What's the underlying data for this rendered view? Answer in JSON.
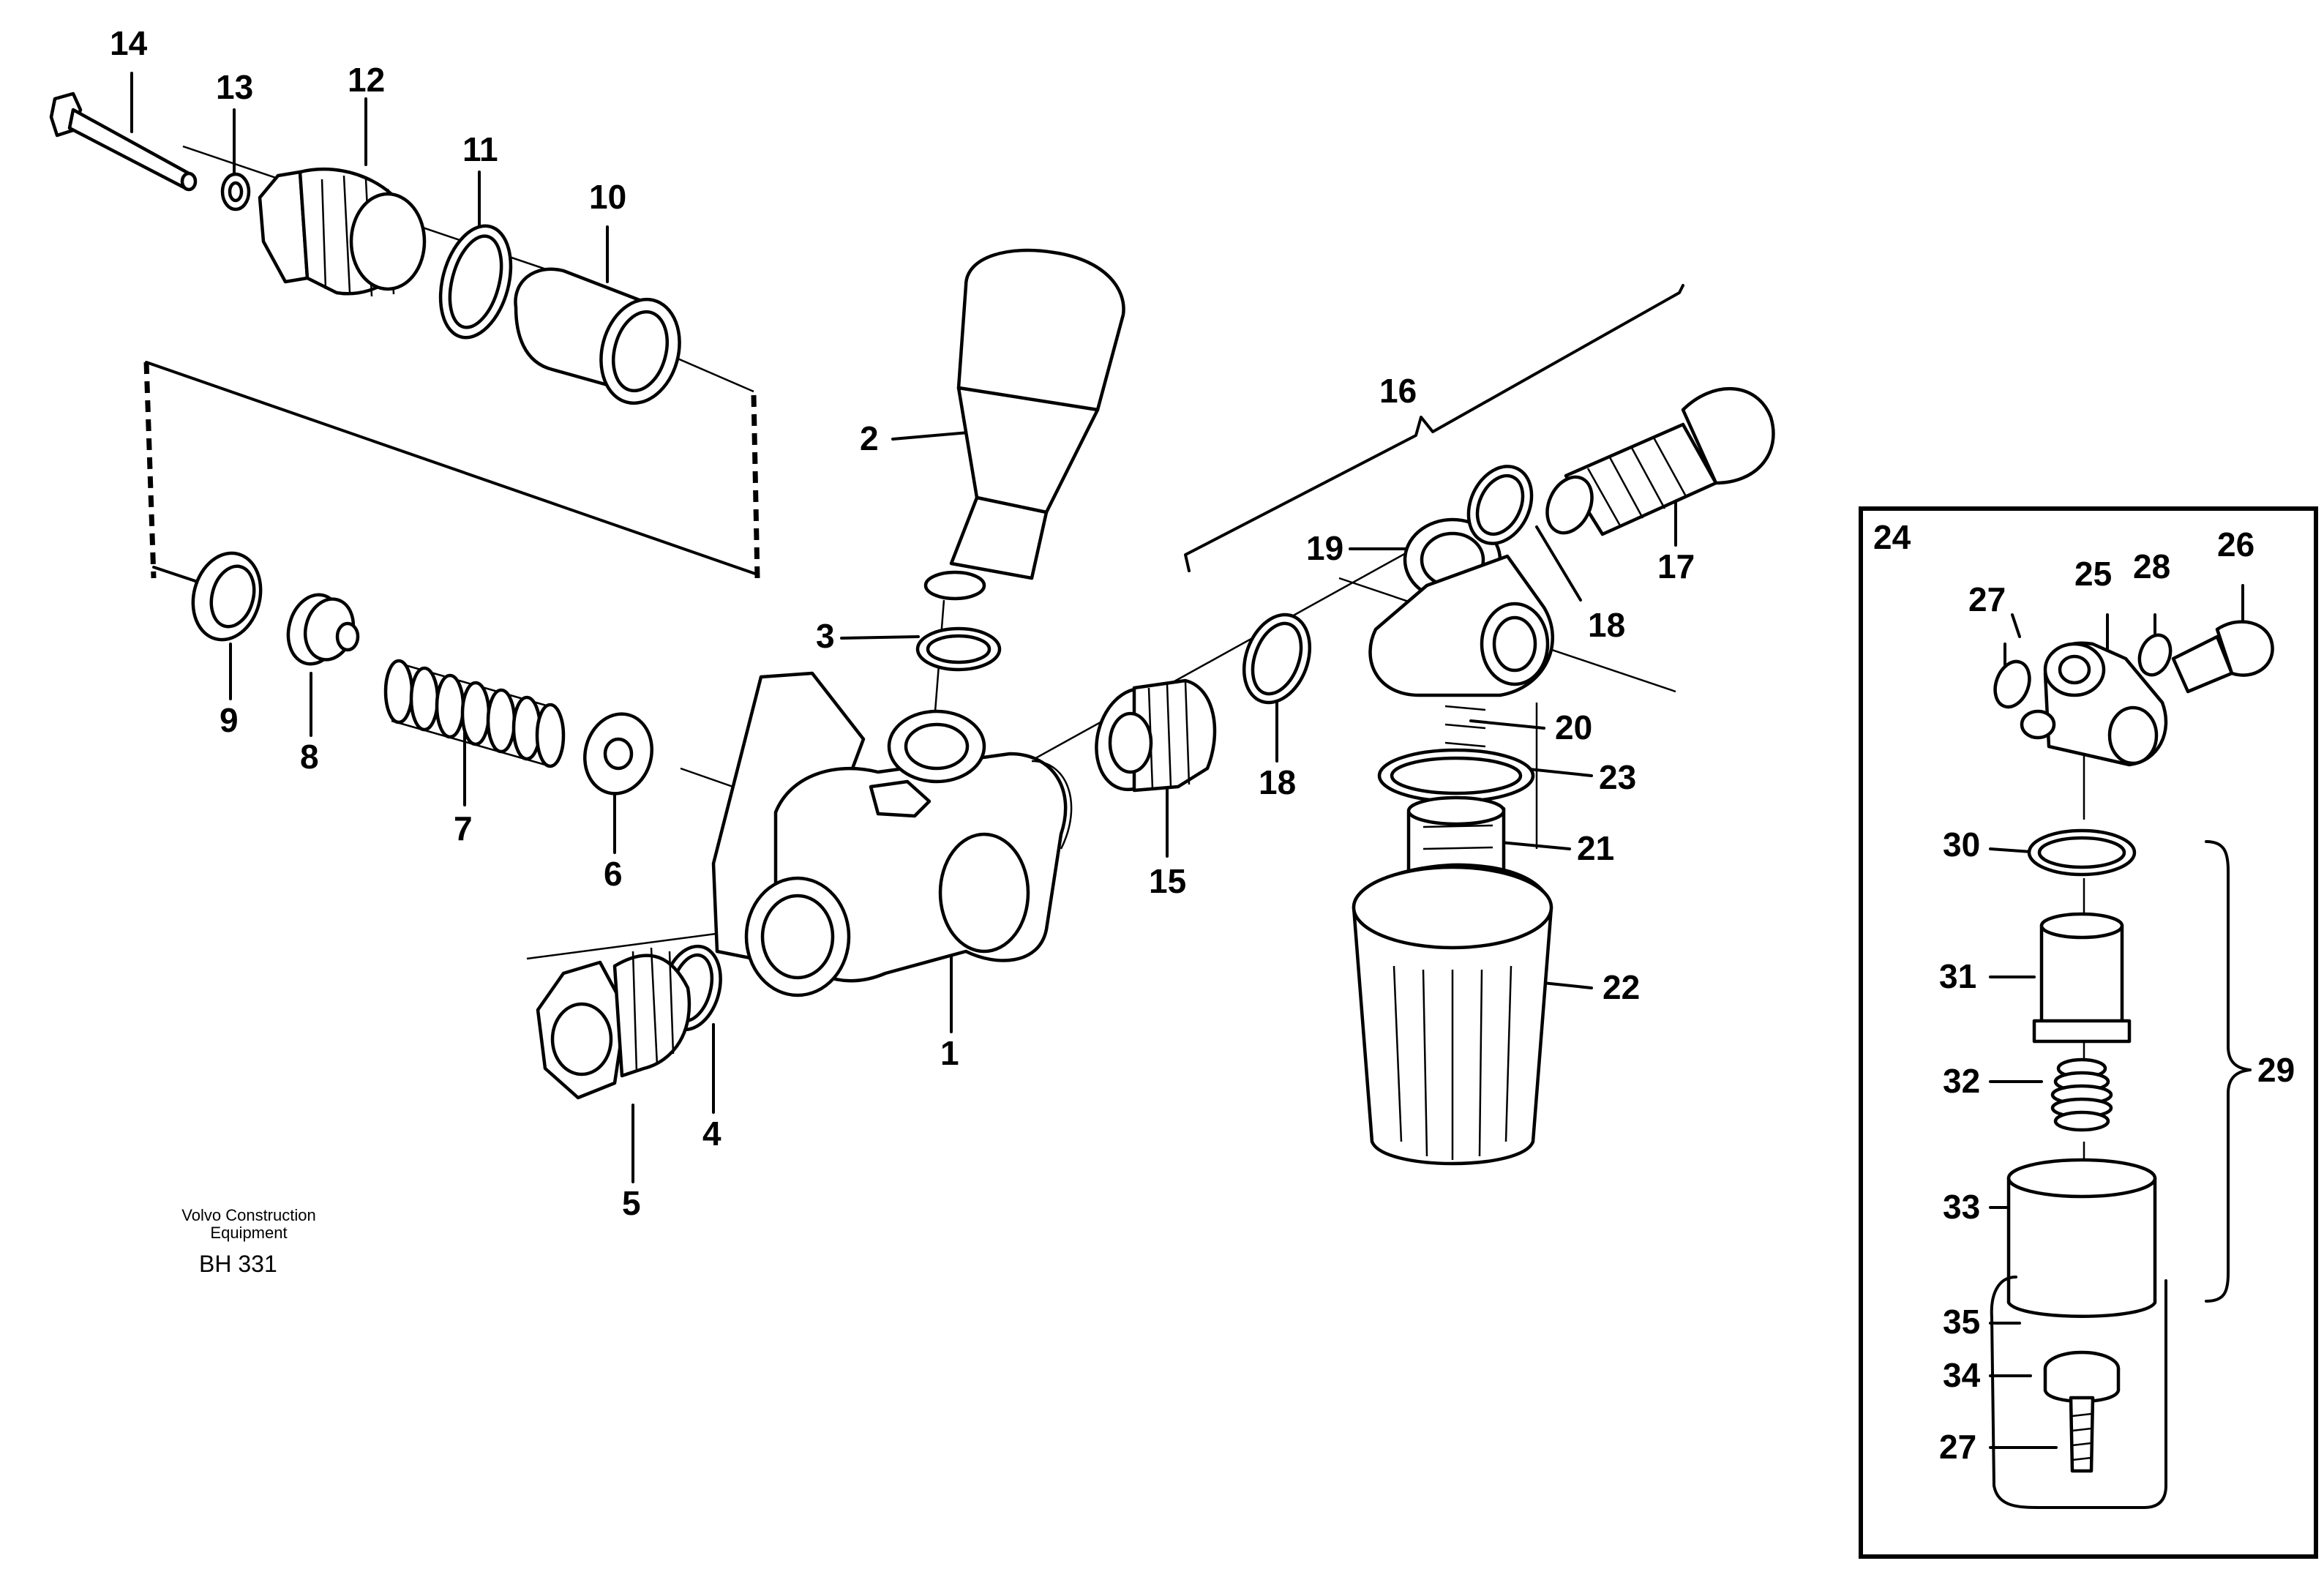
{
  "callouts": [
    {
      "id": "1",
      "text": "1"
    },
    {
      "id": "2",
      "text": "2"
    },
    {
      "id": "3",
      "text": "3"
    },
    {
      "id": "4",
      "text": "4"
    },
    {
      "id": "5",
      "text": "5"
    },
    {
      "id": "6",
      "text": "6"
    },
    {
      "id": "7",
      "text": "7"
    },
    {
      "id": "8",
      "text": "8"
    },
    {
      "id": "9",
      "text": "9"
    },
    {
      "id": "10",
      "text": "10"
    },
    {
      "id": "11",
      "text": "11"
    },
    {
      "id": "12",
      "text": "12"
    },
    {
      "id": "13",
      "text": "13"
    },
    {
      "id": "14",
      "text": "14"
    },
    {
      "id": "15",
      "text": "15"
    },
    {
      "id": "16",
      "text": "16"
    },
    {
      "id": "17",
      "text": "17"
    },
    {
      "id": "18a",
      "text": "18"
    },
    {
      "id": "18b",
      "text": "18"
    },
    {
      "id": "19",
      "text": "19"
    },
    {
      "id": "20",
      "text": "20"
    },
    {
      "id": "21",
      "text": "21"
    },
    {
      "id": "22",
      "text": "22"
    },
    {
      "id": "23",
      "text": "23"
    },
    {
      "id": "24",
      "text": "24"
    },
    {
      "id": "25",
      "text": "25"
    },
    {
      "id": "26",
      "text": "26"
    },
    {
      "id": "27a",
      "text": "27"
    },
    {
      "id": "27b",
      "text": "27"
    },
    {
      "id": "28",
      "text": "28"
    },
    {
      "id": "29",
      "text": "29"
    },
    {
      "id": "30",
      "text": "30"
    },
    {
      "id": "31",
      "text": "31"
    },
    {
      "id": "32",
      "text": "32"
    },
    {
      "id": "33",
      "text": "33"
    },
    {
      "id": "34",
      "text": "34"
    },
    {
      "id": "35",
      "text": "35"
    }
  ],
  "caption": {
    "company_line1": "Volvo Construction",
    "company_line2": "Equipment",
    "drawing_code": "BH 331"
  }
}
